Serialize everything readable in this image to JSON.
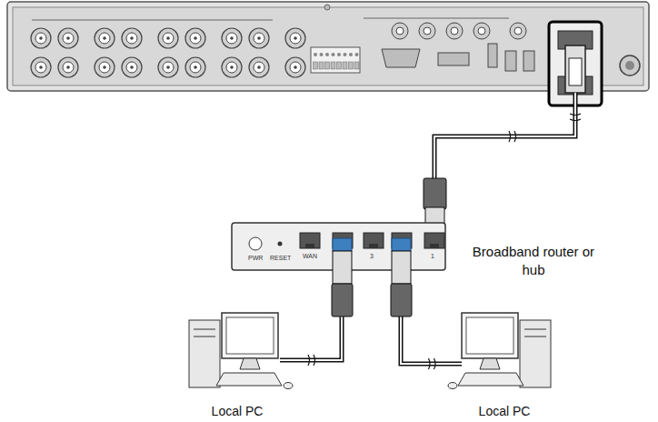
{
  "diagram": {
    "nodes": [
      {
        "text": [
          "Broadband router or hub"
        ]
      },
      {
        "text": [
          "Local PC"
        ]
      },
      {
        "text": [
          "Local PC"
        ]
      }
    ],
    "edges": [
      {
        "from": 0,
        "to": 1,
        "arrow": "none"
      },
      {
        "from": 0,
        "to": 2,
        "arrow": "none"
      }
    ],
    "labels": [
      "PWR",
      "RESET",
      "WAN",
      "3",
      "1"
    ]
  }
}
